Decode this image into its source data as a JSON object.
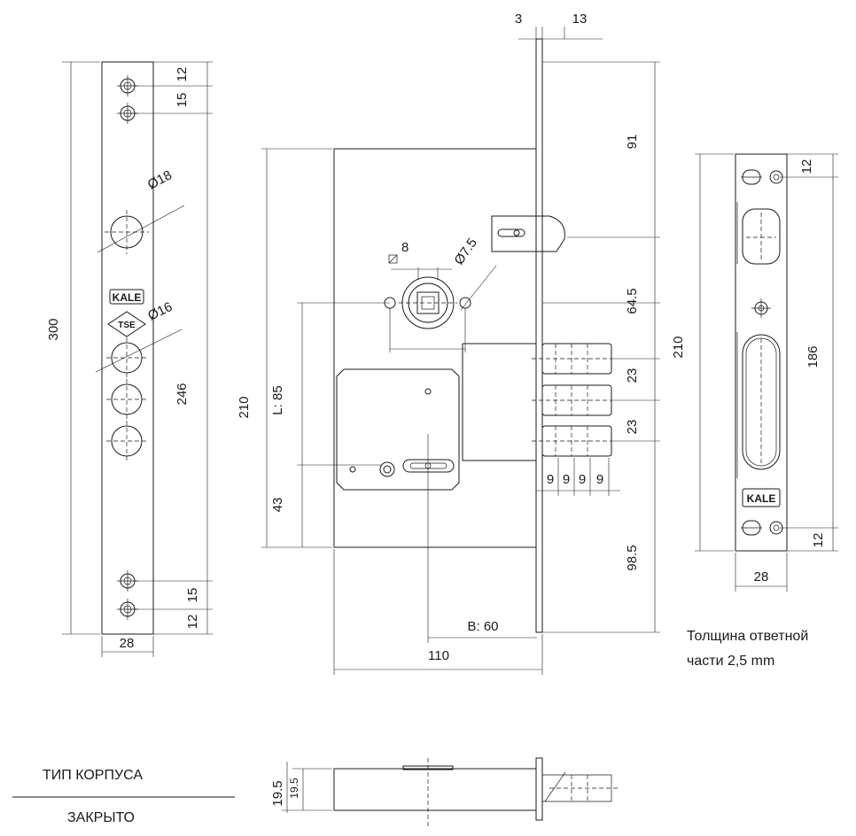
{
  "faceplate_left": {
    "height_300": "300",
    "width_28": "28",
    "hole_pitch_246": "246",
    "top_12": "12",
    "top_15": "15",
    "bottom_15": "15",
    "bottom_12": "12",
    "hole_d18": "Ø18",
    "hole_d16": "Ø16",
    "brand": "KALE",
    "mark": "TSE"
  },
  "lock_body": {
    "width_110": "110",
    "height_210": "210",
    "backset": "B: 60",
    "spindle_to_key": "L: 85",
    "bottom_43": "43",
    "square_8": "8",
    "screw_d75": "Ø7.5",
    "top_3": "3",
    "top_13": "13",
    "latch_91": "91",
    "bolt_645": "64.5",
    "bolt_23a": "23",
    "bolt_23b": "23",
    "bottom_985": "98.5",
    "bolt_throws": [
      "9",
      "9",
      "9",
      "9"
    ]
  },
  "strike_plate": {
    "height_210": "210",
    "opening_186": "186",
    "width_28": "28",
    "top_12": "12",
    "bottom_12": "12",
    "brand": "KALE"
  },
  "note": {
    "line1": "Толщина ответной",
    "line2": "части  2,5 mm"
  },
  "case_type": {
    "label": "ТИП КОРПУСА",
    "value": "ЗАКРЫТО"
  },
  "bottom_view": {
    "dim_a": "19.5",
    "dim_b": "19.5"
  }
}
